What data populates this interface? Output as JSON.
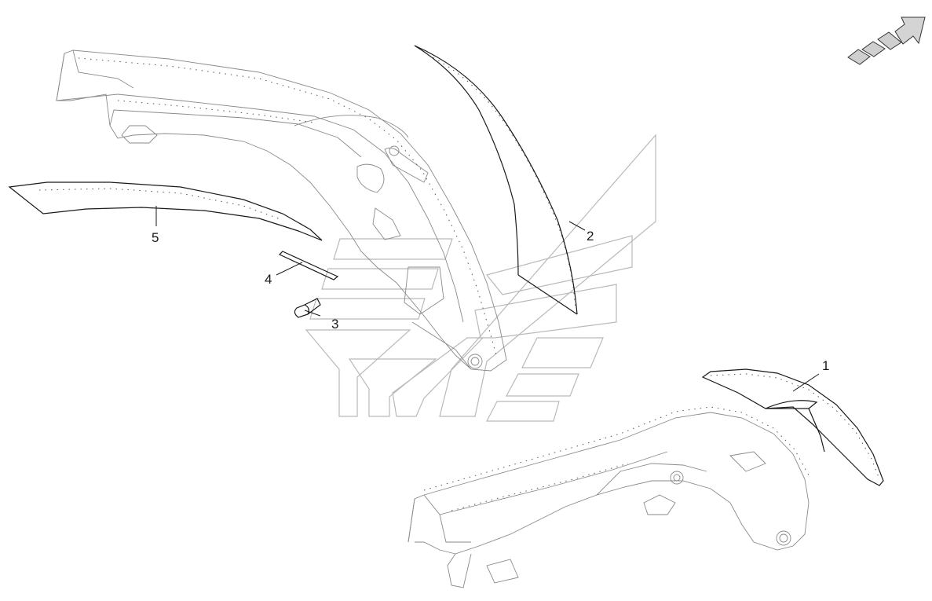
{
  "callouts": [
    {
      "id": "1",
      "label": "1"
    },
    {
      "id": "2",
      "label": "2"
    },
    {
      "id": "3",
      "label": "3"
    },
    {
      "id": "4",
      "label": "4"
    },
    {
      "id": "5",
      "label": "5"
    }
  ],
  "icons": {
    "direction": "direction-arrow-icon",
    "watermark": "brand-watermark-icon"
  },
  "colors": {
    "line": "#1a1a1a",
    "faint_line": "#8a8a8a",
    "watermark": "#b9b9b9",
    "background": "#ffffff"
  }
}
